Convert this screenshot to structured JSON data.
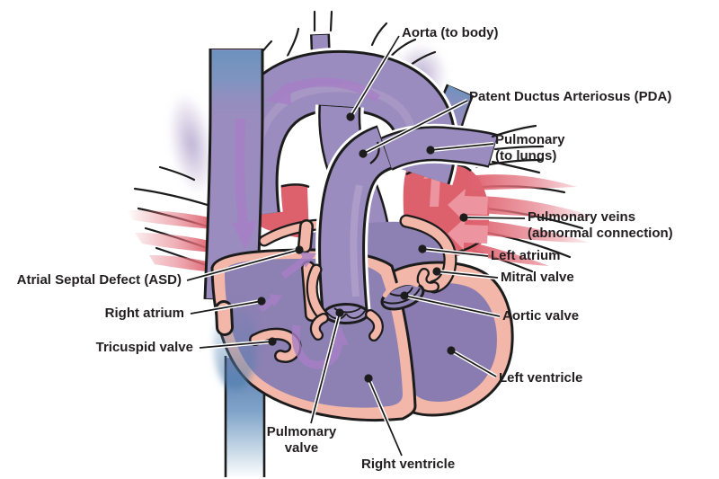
{
  "figure_labels": {
    "aorta": "Aorta (to body)",
    "pda": "Patent Ductus Arteriosus (PDA)",
    "pulmonary": "Pulmonary\n(to lungs)",
    "pulmonary_veins": "Pulmonary veins\n(abnormal connection)",
    "left_atrium": "Left atrium",
    "mitral_valve": "Mitral valve",
    "aortic_valve": "Aortic valve",
    "left_ventricle": "Left ventricle",
    "right_ventricle": "Right ventricle",
    "pulmonary_valve": "Pulmonary\nvalve",
    "tricuspid_valve": "Tricuspid valve",
    "right_atrium": "Right atrium",
    "asd": "Atrial Septal Defect (ASD)"
  },
  "colors": {
    "vessel_purple": "#9a8cbe",
    "chamber_purple": "#8d80b3",
    "highlight_purple": "#ab9bc8",
    "wall_pink": "#f2b7a9",
    "vein_red": "#dd606d",
    "red_arrow_light": "#ec95a0",
    "venous_blue": "#6d92bd",
    "flow_arrow_purple": "#a77fc6",
    "outline_black": "#1c1c1c",
    "label_text": "#231f20"
  }
}
